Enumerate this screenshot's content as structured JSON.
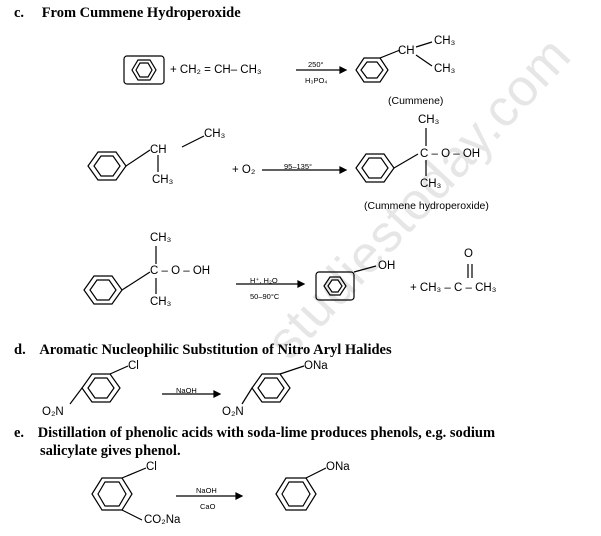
{
  "sections": {
    "c": {
      "letter": "c.",
      "title": "From Cummene Hydroperoxide"
    },
    "d": {
      "letter": "d.",
      "title": "Aromatic Nucleophilic Substitution of Nitro Aryl Halides"
    },
    "e": {
      "letter": "e.",
      "line1": "Distillation of phenolic acids with soda-lime produces phenols, e.g. sodium",
      "line2": "salicylate gives phenol."
    }
  },
  "reaction1": {
    "reactant": "+ CH₂ = CH– CH₃",
    "cond_top": "250°",
    "cond_bottom": "H₃PO₄",
    "prod_ch": "CH",
    "prod_ch3_top": "CH₃",
    "prod_ch3_bottom": "CH₃",
    "product_name": "(Cummene)"
  },
  "reaction2": {
    "ch3_top": "CH₃",
    "ch": "CH",
    "ch3_bottom": "CH₃",
    "reagent": "+ O₂",
    "cond": "95–135°",
    "prod_ch3_top": "CH₃",
    "prod_c": "C – O – OH",
    "prod_ch3_bottom": "CH₃",
    "product_name": "(Cummene hydroperoxide)"
  },
  "reaction3": {
    "ch3_top": "CH₃",
    "c": "C – O – OH",
    "ch3_bottom": "CH₃",
    "cond_top": "H⁺, H₂O",
    "cond_bottom": "50–90°C",
    "prod_oh": "OH",
    "acetone_o": "O",
    "acetone": "+ CH₃ – C – CH₃"
  },
  "reaction4": {
    "cl": "Cl",
    "no2": "O₂N",
    "cond": "NaOH",
    "ona": "ONa",
    "prod_no2": "O₂N"
  },
  "reaction5": {
    "cl": "Cl",
    "co2na": "CO₂Na",
    "cond_top": "NaOH",
    "cond_bottom": "CaO",
    "ona": "ONa"
  },
  "watermark": "studiestoday.com"
}
